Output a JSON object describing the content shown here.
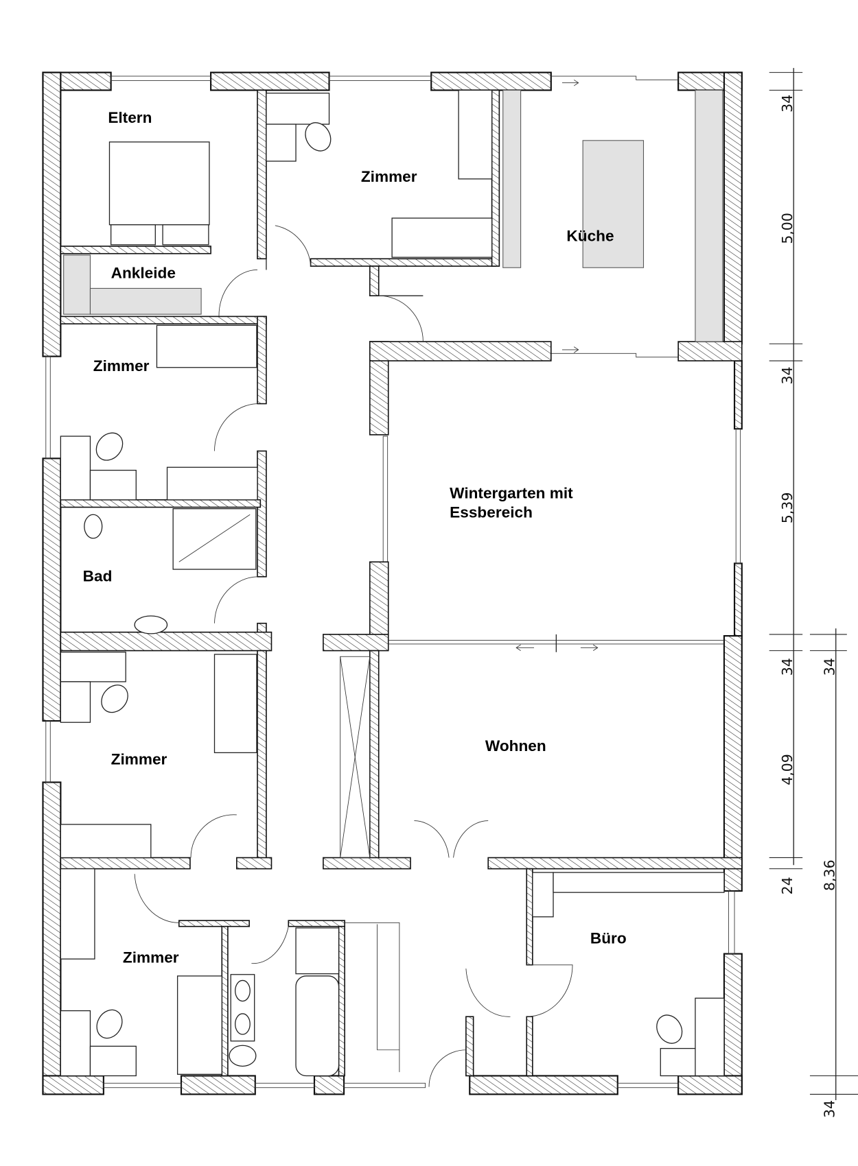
{
  "title": "Floor plan",
  "rooms": {
    "eltern": "Eltern",
    "ankleide": "Ankleide",
    "zimmer_top": "Zimmer",
    "kueche": "Küche",
    "zimmer_left1": "Zimmer",
    "wintergarten_line1": "Wintergarten mit",
    "wintergarten_line2": "Essbereich",
    "bad": "Bad",
    "zimmer_left2": "Zimmer",
    "wohnen": "Wohnen",
    "zimmer_bottom": "Zimmer",
    "buero": "Büro"
  },
  "dimensions": {
    "right_chain": [
      "34",
      "5,00",
      "34",
      "5,39",
      "34",
      "4,09",
      "24"
    ],
    "outer_chain": [
      "34",
      "8,36",
      "34"
    ]
  },
  "colors": {
    "wall_line": "#111111",
    "furniture_grey": "#e2e2e2"
  }
}
